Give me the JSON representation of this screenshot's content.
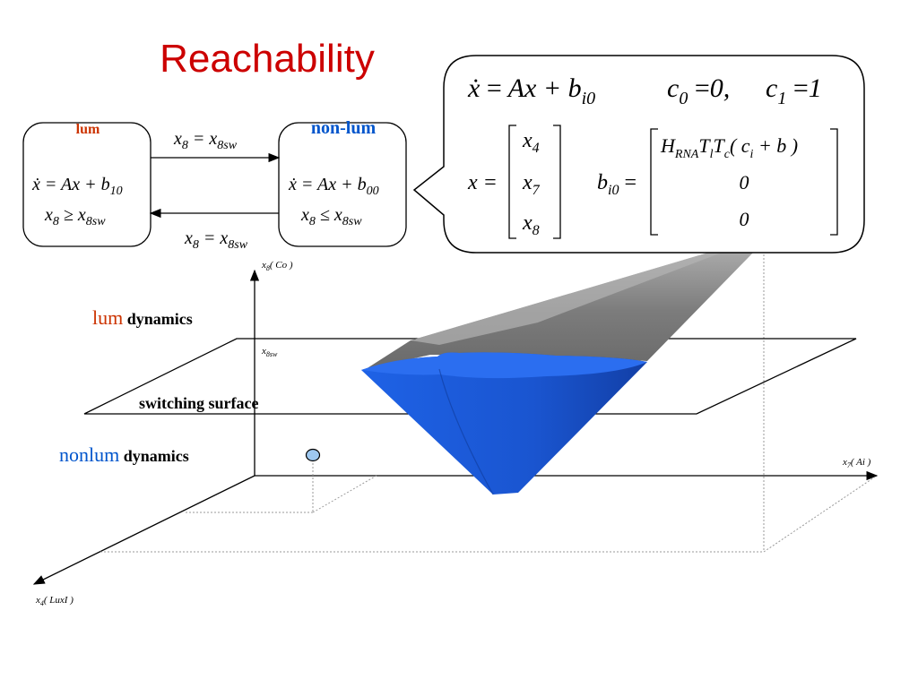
{
  "title": "Reachability",
  "automaton": {
    "lum_mode": {
      "name": "lum",
      "flow": {
        "lhs": "ẋ",
        "rhs": "Ax + b",
        "sub": "10"
      },
      "invariant": {
        "var": "x",
        "var_sub": "8",
        "op": "≥",
        "rhs": "x",
        "rhs_sub": "8sw"
      }
    },
    "nonlum_mode": {
      "name": "non-lum",
      "flow": {
        "lhs": "ẋ",
        "rhs": "Ax + b",
        "sub": "00"
      },
      "invariant": {
        "var": "x",
        "var_sub": "8",
        "op": "≤",
        "rhs": "x",
        "rhs_sub": "8sw"
      }
    },
    "transition_top": {
      "var": "x",
      "var_sub": "8",
      "op": "=",
      "rhs": "x",
      "rhs_sub": "8sw"
    },
    "transition_bottom": {
      "var": "x",
      "var_sub": "8",
      "op": "=",
      "rhs": "x",
      "rhs_sub": "8sw"
    }
  },
  "callout": {
    "flow": {
      "lhs": "ẋ",
      "eq": "=",
      "rhs": "Ax + b",
      "sub": "i0"
    },
    "c0": {
      "name": "c",
      "sub": "0",
      "eq": "=",
      "value": "0,"
    },
    "c1": {
      "name": "c",
      "sub": "1",
      "eq": "=",
      "value": "1"
    },
    "state": {
      "lhs": "x =",
      "entries": [
        {
          "name": "x",
          "sub": "4"
        },
        {
          "name": "x",
          "sub": "7"
        },
        {
          "name": "x",
          "sub": "8"
        }
      ]
    },
    "b": {
      "name": "b",
      "sub": "i0",
      "eq": "=",
      "row1": {
        "h": "H",
        "h_sub": "RNA",
        "t1": "T",
        "t1_sub": "l",
        "t2": "T",
        "t2_sub": "c",
        "open": "( c",
        "ci_sub": "i",
        "close": " + b )"
      },
      "row2": "0",
      "row3": "0"
    }
  },
  "plot": {
    "axis_x8": {
      "name": "x",
      "sub": "8",
      "label": "( Co )"
    },
    "axis_x7": {
      "name": "x",
      "sub": "7",
      "label": "( Ai )"
    },
    "axis_x4": {
      "name": "x",
      "sub": "4",
      "label": "( LuxI )"
    },
    "switch_level": {
      "name": "x",
      "sub": "8sw"
    },
    "switching_surface": "switching surface",
    "lum_label": {
      "highlight": "lum",
      "rest": " dynamics"
    },
    "nonlum_label": {
      "highlight": "nonlum",
      "rest": " dynamics"
    }
  },
  "colors": {
    "title": "#cc0000",
    "lum": "#cc3300",
    "nonlum": "#0055cc",
    "reach_set_blue": "#1a5ad8",
    "reach_set_gray": "#8a8a8a",
    "initial_point": "#9ec8f0"
  }
}
